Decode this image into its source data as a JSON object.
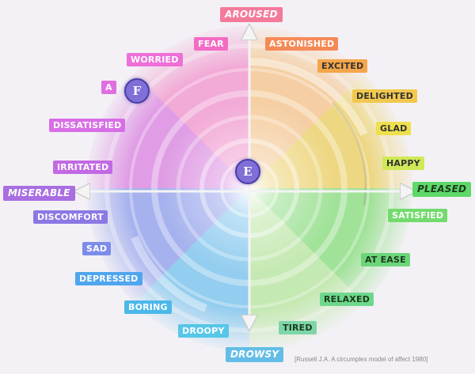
{
  "labels": {
    "aroused": "AROUSED",
    "fear": "FEAR",
    "astonished": "ASTONISHED",
    "excited": "EXCITED",
    "worried": "WORRIED",
    "delighted": "DELIGHTED",
    "a_partial": "A",
    "glad": "GLAD",
    "dissatisfied": "DISSATISFIED",
    "happy": "HAPPY",
    "irritated": "IRRITATED",
    "miserable": "MISERABLE",
    "pleased": "PLEASED",
    "satisfied": "SATISFIED",
    "discomfort": "DISCOMFORT",
    "sad": "SAD",
    "at_ease": "AT EASE",
    "depressed": "DEPRESSED",
    "relaxed": "RELAXED",
    "boring": "BORING",
    "droopy": "DROOPY",
    "tired": "TIRED",
    "drowsy": "DROWSY"
  },
  "markers": {
    "e": "E",
    "f": "F"
  },
  "citation": "[Russell J.A. A circumplex model of affect 1980]",
  "colors": {
    "aroused": "#f47a9a",
    "fear": "#f36bc3",
    "astonished": "#f58a57",
    "excited": "#f5a64a",
    "worried": "#ee6fd8",
    "delighted": "#f2c84e",
    "glad": "#eee04c",
    "dissatisfied": "#d86ee6",
    "happy": "#cfe956",
    "irritated": "#c16ae2",
    "miserable": "#a86ee2",
    "pleased": "#5ed86a",
    "satisfied": "#73db6e",
    "discomfort": "#8c78e4",
    "sad": "#7c8cea",
    "at_ease": "#6bd57a",
    "depressed": "#4fa6ee",
    "relaxed": "#6dd88c",
    "boring": "#4cb8ea",
    "droopy": "#56c7e8",
    "tired": "#7ed6a8",
    "drowsy": "#64bde6",
    "marker": "#7f6fd6"
  }
}
